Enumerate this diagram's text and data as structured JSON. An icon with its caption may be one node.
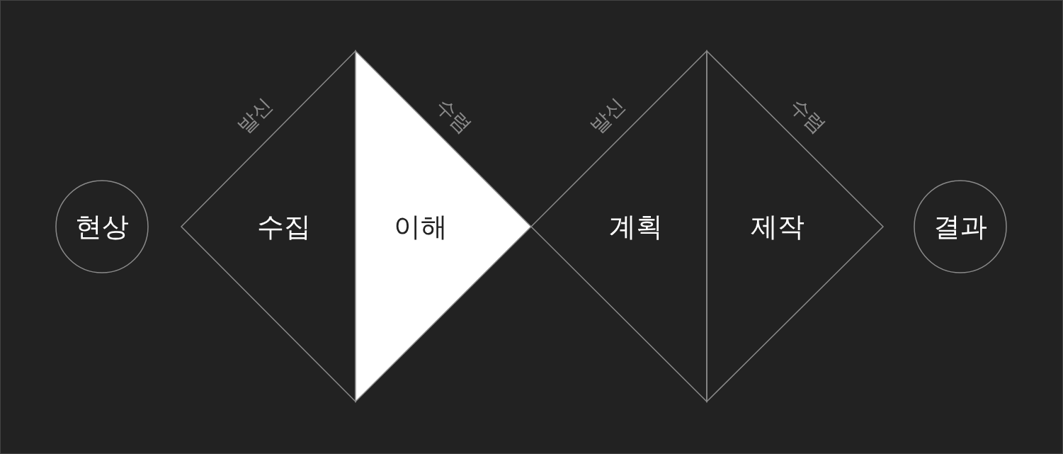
{
  "diagram": {
    "nodes": [
      {
        "text": [
          "현상"
        ]
      },
      {
        "text": [
          "수집"
        ]
      },
      {
        "text": [
          "이해"
        ]
      },
      {
        "text": [
          "계획"
        ]
      },
      {
        "text": [
          "제작"
        ]
      },
      {
        "text": [
          "결과"
        ]
      }
    ],
    "labels": [
      "발신",
      "수렴",
      "발신",
      "수렴"
    ]
  }
}
